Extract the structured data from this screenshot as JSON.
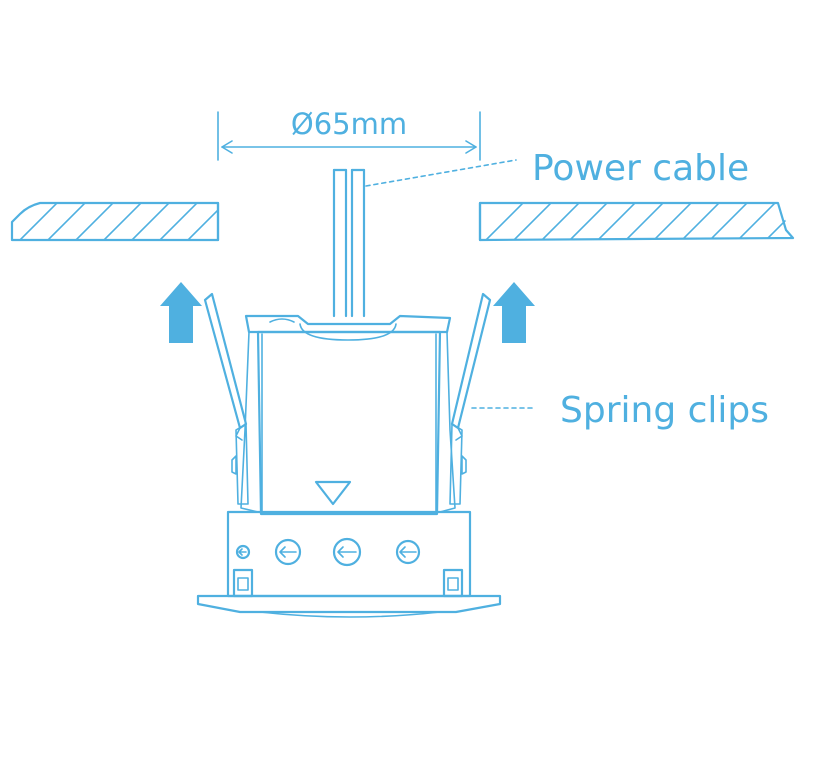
{
  "labels": {
    "diameter": "Ø65mm",
    "power_cable": "Power cable",
    "spring_clips": "Spring clips"
  },
  "colors": {
    "line": "#4fb0e0",
    "arrow": "#4fb0e0",
    "background": "#ffffff"
  },
  "icons": {
    "up_arrow_left": "up-arrow-icon",
    "up_arrow_right": "up-arrow-icon",
    "terminal_arrow": "left-arrow-circle-icon",
    "orientation_mark": "down-triangle-icon"
  }
}
